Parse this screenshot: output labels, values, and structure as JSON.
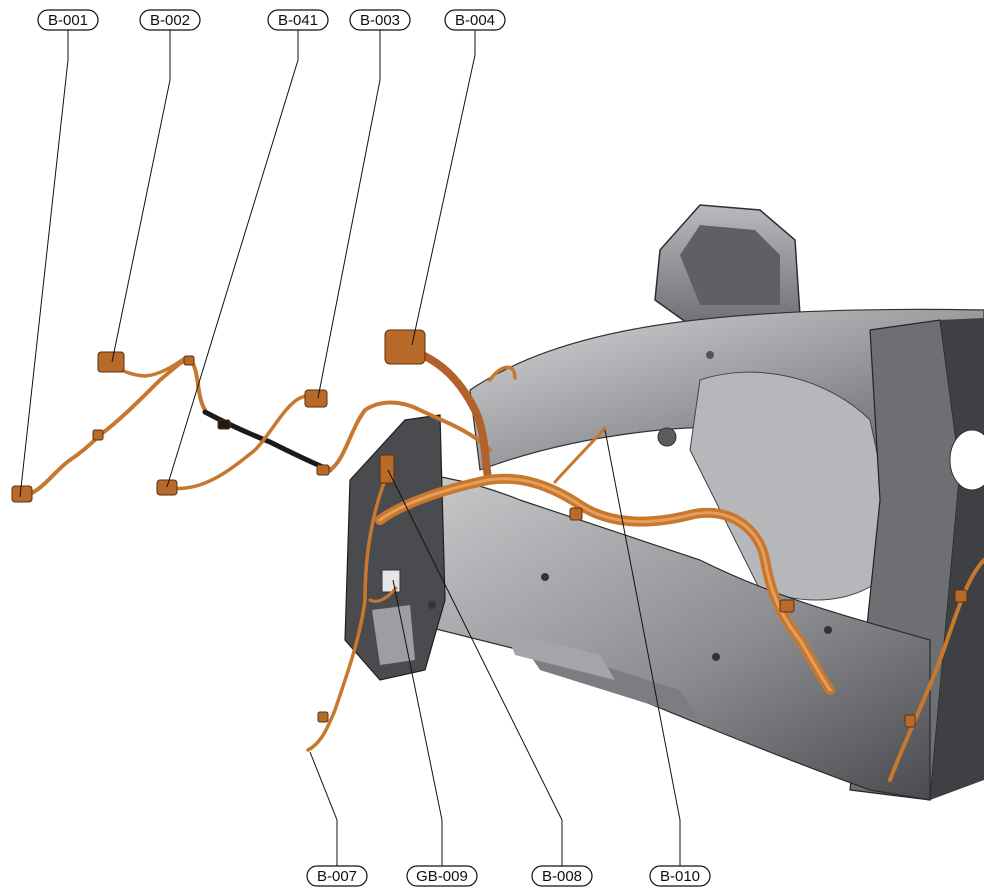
{
  "callouts_top": [
    {
      "id": "B-001"
    },
    {
      "id": "B-002"
    },
    {
      "id": "B-041"
    },
    {
      "id": "B-003"
    },
    {
      "id": "B-004"
    }
  ],
  "callouts_bottom": [
    {
      "id": "B-007"
    },
    {
      "id": "GB-009"
    },
    {
      "id": "B-008"
    },
    {
      "id": "B-010"
    }
  ],
  "colors": {
    "harness": "#c8772e",
    "harness_highlight": "#f0b070",
    "frame": "#8e9093",
    "frame_dark": "#3a3b3d",
    "frame_light": "#c9cacc"
  }
}
